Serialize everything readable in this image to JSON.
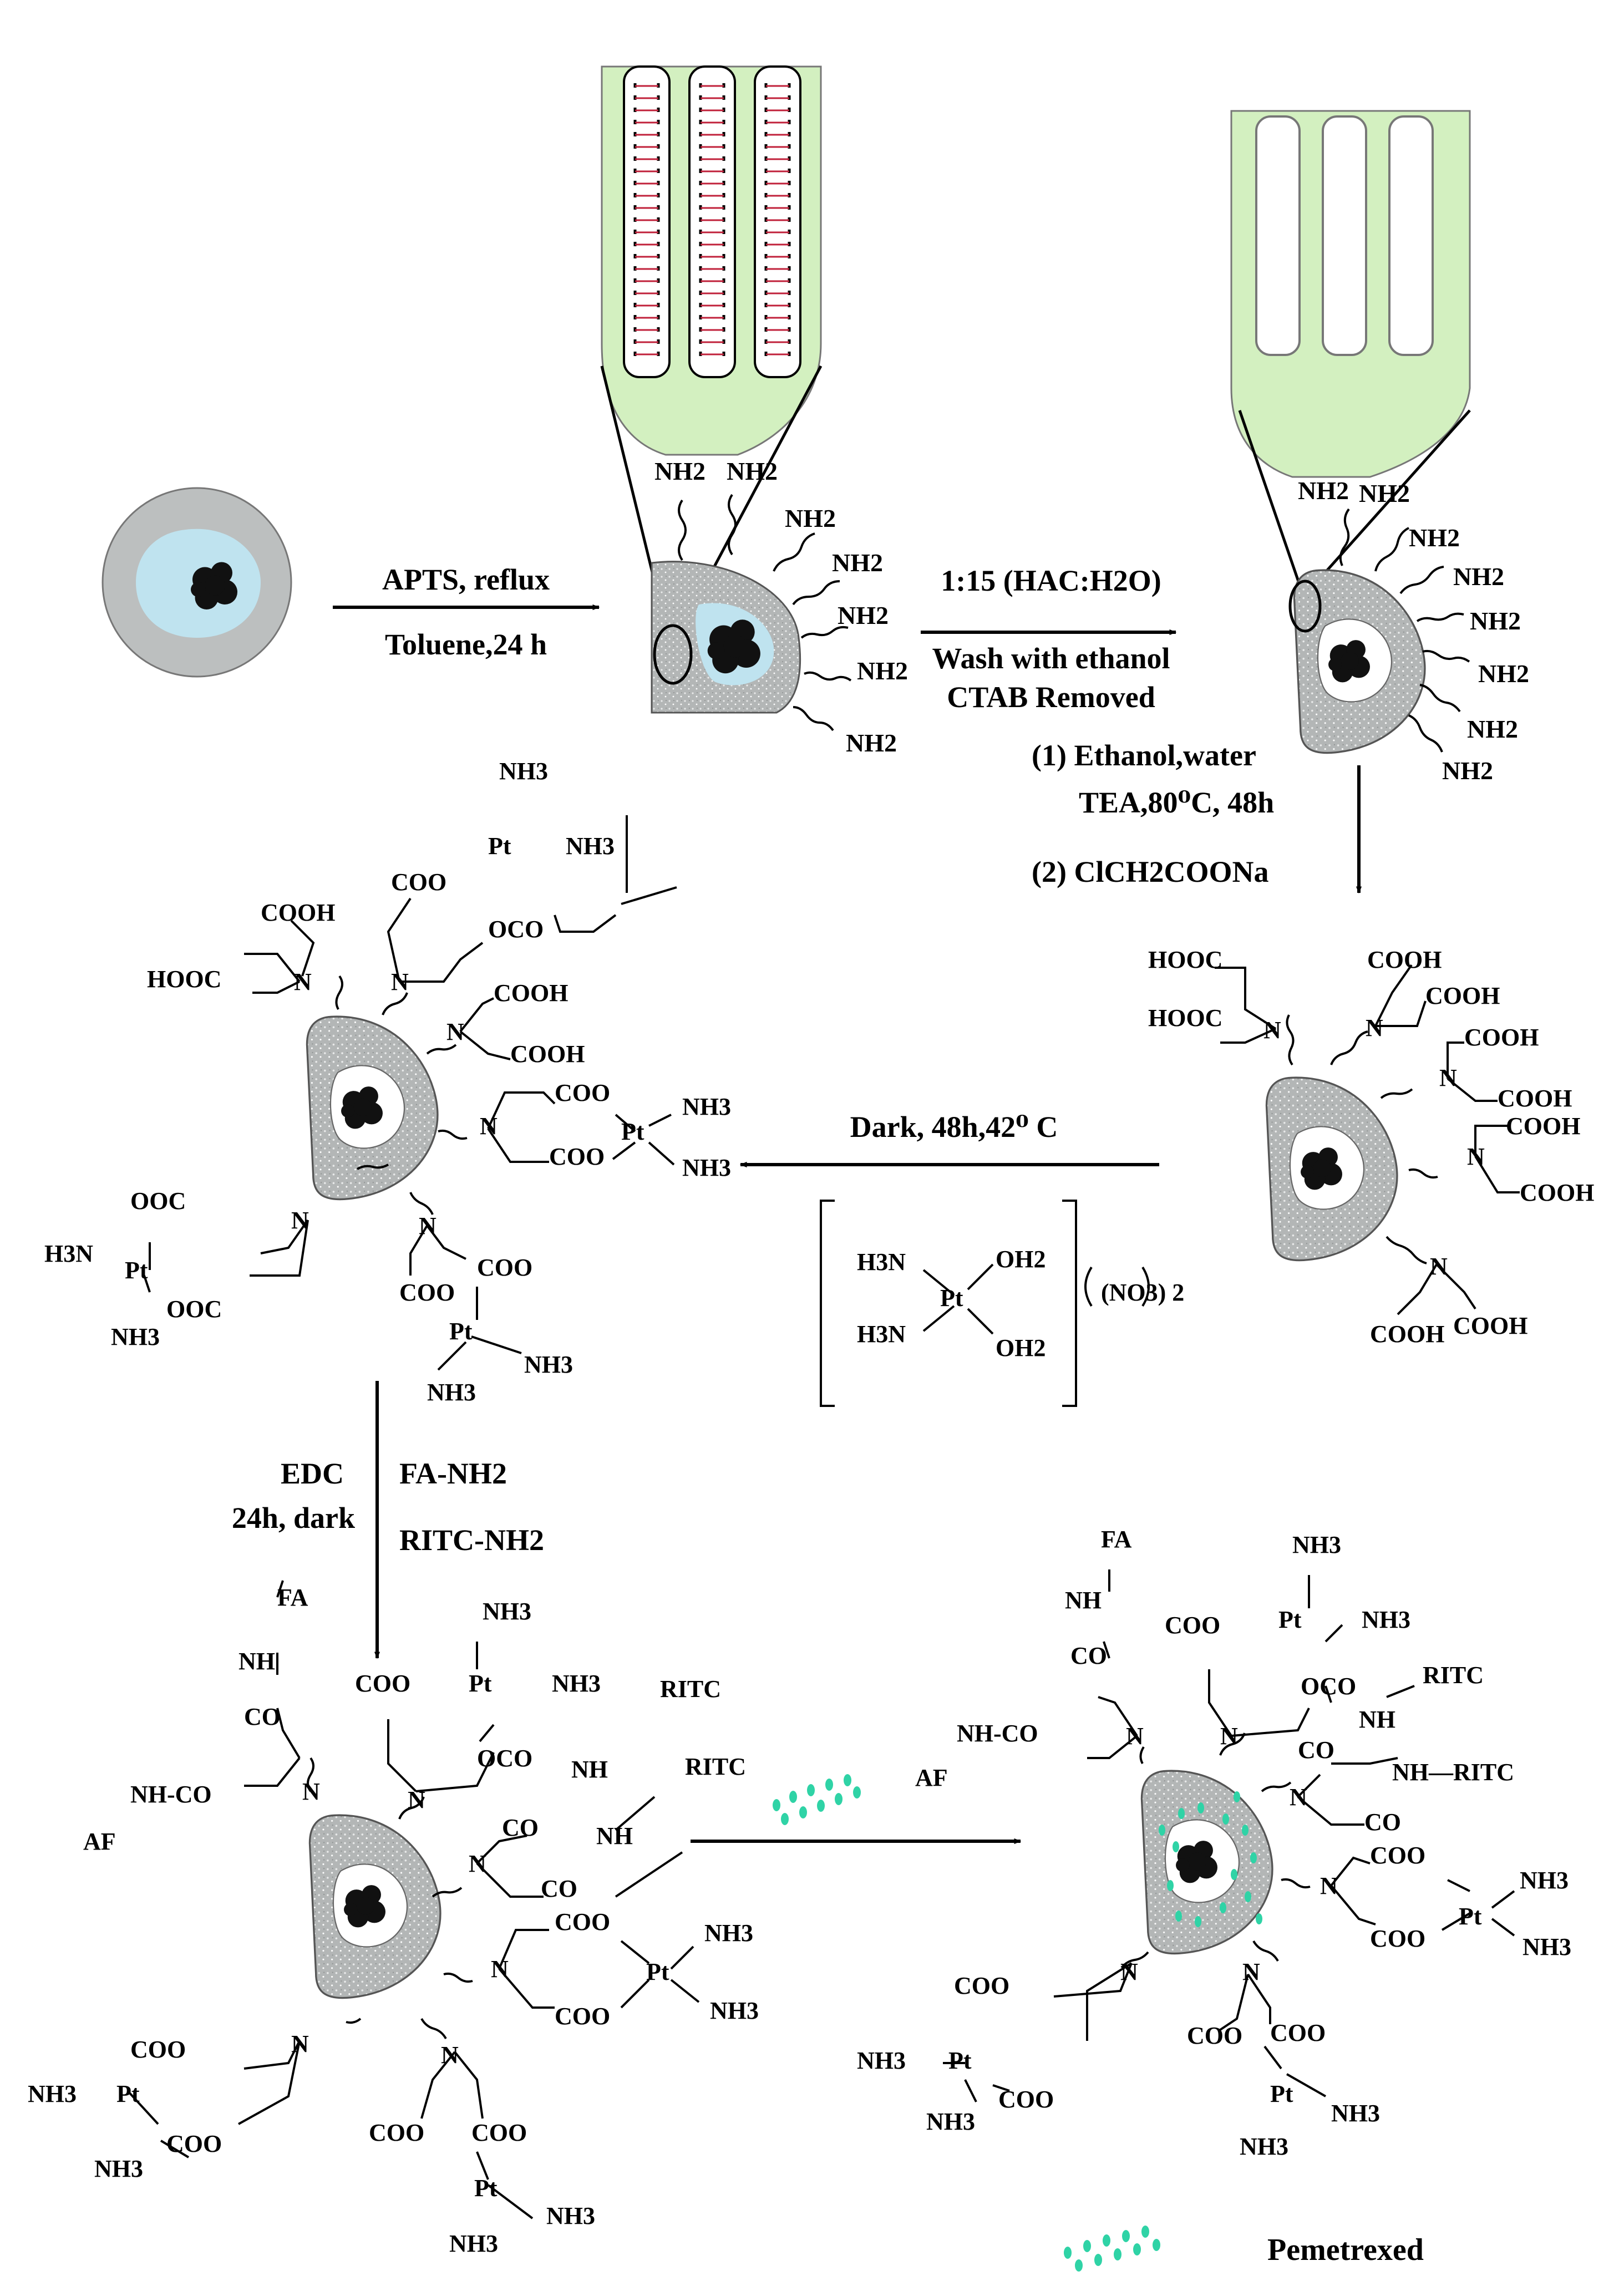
{
  "colors": {
    "shell_green": "#d3f0c0",
    "particle_gray": "#b9bcbc",
    "pore_blue": "#bfe3ef",
    "core_black": "#111111",
    "pemetrexed_teal": "#2fd3a6",
    "surfactant_red": "#c0203a",
    "ink": "#000000"
  },
  "icons": [
    "mesoporous-silica-particle",
    "pore-channel-magnifier",
    "pemetrexed-dots",
    "reaction-arrow"
  ],
  "steps": {
    "step1": {
      "line1": "APTS, reflux",
      "line2": "Toluene,24 h"
    },
    "step2": {
      "line1": "1:15 (HAC:H2O)",
      "line2": "Wash with ethanol",
      "line3": "CTAB Removed"
    },
    "step3": {
      "line1": "(1)  Ethanol,water",
      "line2": "TEA,80⁰C, 48h",
      "line3": "(2) ClCH2COONa"
    },
    "step4": {
      "line1": "Dark, 48h,42⁰ C",
      "reagent_ligand1": "H3N",
      "reagent_ligand2": "H3N",
      "reagent_aqua1": "OH2",
      "reagent_aqua2": "OH2",
      "reagent_metal": "Pt",
      "reagent_counterion": "(NO3) 2"
    },
    "step5": {
      "line1": "EDC",
      "line2": "24h, dark",
      "line3": "FA-NH2",
      "line4": "RITC-NH2"
    }
  },
  "labels": {
    "nh2": "NH2",
    "nh3": "NH3",
    "pt": "Pt",
    "cooh": "COOH",
    "hooc": "HOOC",
    "coo": "COO",
    "ooc": "OOC",
    "oco": "OCO",
    "n": "N",
    "fa": "FA",
    "af": "AF",
    "nh": "NH",
    "co": "CO",
    "nh_co": "NH-CO",
    "nh_co_2": "NH-CO",
    "ritc": "RITC",
    "nh_ritc": "NH—RITC",
    "h3n": "H3N"
  },
  "legend": {
    "label": "Pemetrexed"
  }
}
